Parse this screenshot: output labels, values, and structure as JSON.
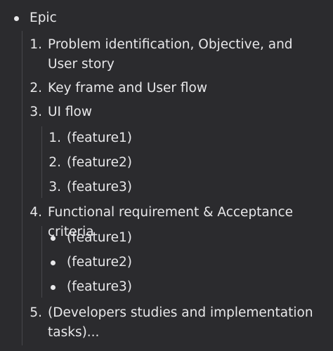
{
  "outline": {
    "root": {
      "label": "Epic"
    },
    "items": [
      {
        "marker": "1.",
        "label": "Problem identification, Objective, and User story"
      },
      {
        "marker": "2.",
        "label": "Key frame and User flow"
      },
      {
        "marker": "3.",
        "label": "UI flow"
      },
      {
        "marker": "1.",
        "label": "(feature1)"
      },
      {
        "marker": "2.",
        "label": "(feature2)"
      },
      {
        "marker": "3.",
        "label": "(feature3)"
      },
      {
        "marker": "4.",
        "label": "Functional requirement & Acceptance criteria"
      },
      {
        "label": "(feature1)"
      },
      {
        "label": "(feature2)"
      },
      {
        "label": "(feature3)"
      },
      {
        "marker": "5.",
        "label": "(Developers studies and implementation tasks)..."
      }
    ]
  },
  "colors": {
    "background": "#2b2b2e",
    "text": "#e8e8ea",
    "guide": "#5a5a60"
  }
}
